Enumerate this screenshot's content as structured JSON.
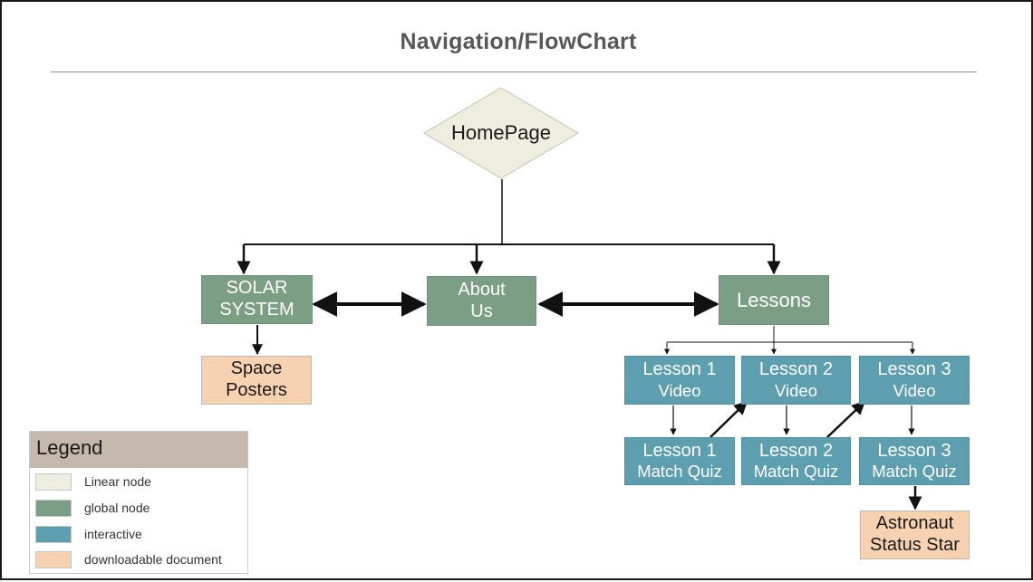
{
  "title": "Navigation/FlowChart",
  "colors": {
    "linear": "#eeeee0",
    "global": "#7b9e85",
    "interactive": "#5d9fae",
    "download": "#f7d2b1",
    "legend_header": "#c5b9ad"
  },
  "nodes": {
    "homepage": "HomePage",
    "solar_system": [
      "SOLAR",
      "SYSTEM"
    ],
    "about_us": [
      "About",
      "Us"
    ],
    "lessons": "Lessons",
    "space_posters": [
      "Space",
      "Posters"
    ],
    "lesson1_video": [
      "Lesson 1",
      "Video"
    ],
    "lesson2_video": [
      "Lesson 2",
      "Video"
    ],
    "lesson3_video": [
      "Lesson 3",
      "Video"
    ],
    "lesson1_quiz": [
      "Lesson 1",
      "Match Quiz"
    ],
    "lesson2_quiz": [
      "Lesson 2",
      "Match Quiz"
    ],
    "lesson3_quiz": [
      "Lesson 3",
      "Match Quiz"
    ],
    "astronaut_star": [
      "Astronaut",
      "Status Star"
    ]
  },
  "legend": {
    "title": "Legend",
    "items": [
      {
        "label": "Linear node",
        "swatch": "linear"
      },
      {
        "label": "global node",
        "swatch": "global"
      },
      {
        "label": "interactive",
        "swatch": "interactive"
      },
      {
        "label": "downloadable document",
        "swatch": "download"
      }
    ]
  }
}
